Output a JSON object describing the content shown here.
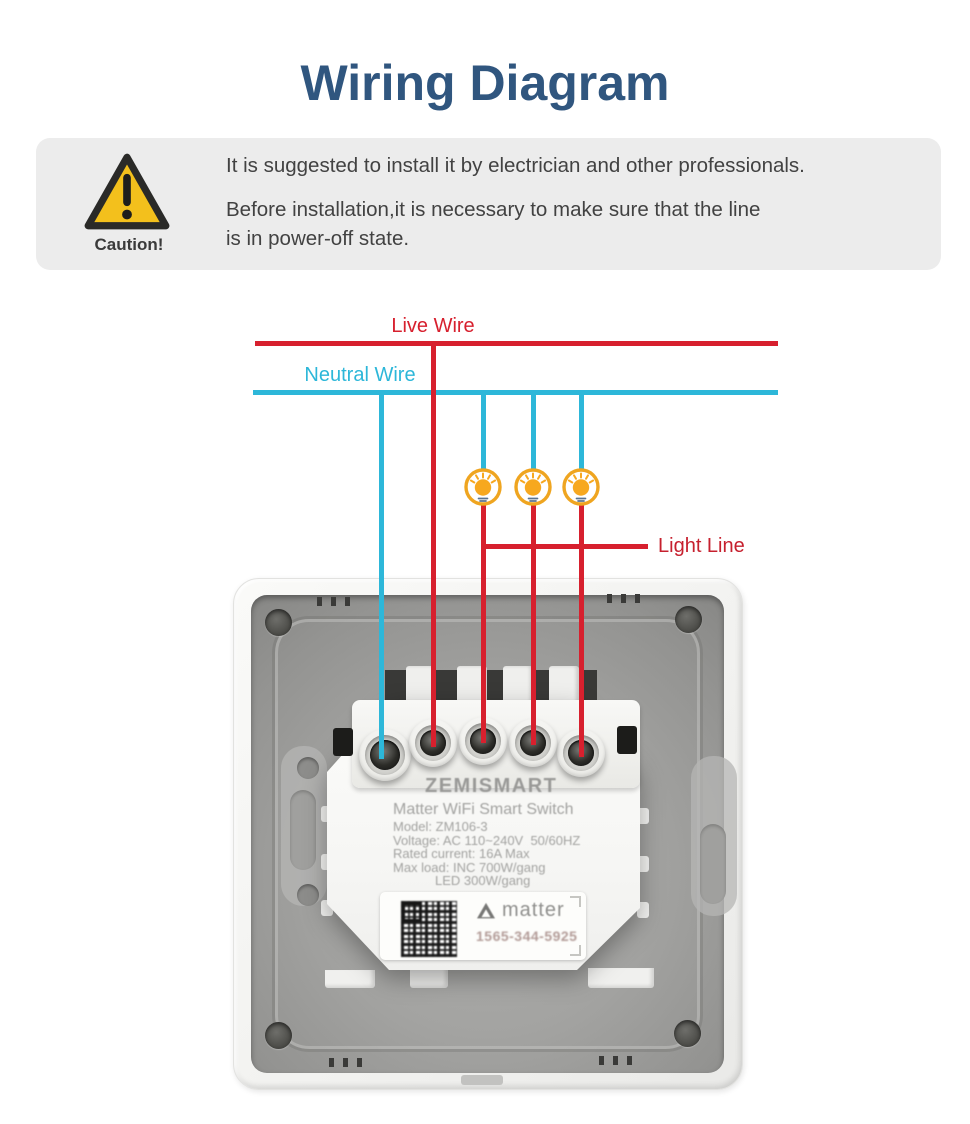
{
  "page": {
    "title": "Wiring Diagram"
  },
  "colors": {
    "title": "#30567f",
    "live_wire": "#d7202e",
    "neutral_wire": "#2db7d9",
    "light_line": "#c6202e",
    "bulb_ring": "#efa520",
    "caution_bg": "#ececec"
  },
  "caution": {
    "icon": "warning-triangle-icon",
    "label": "Caution!",
    "line1": "It is suggested to install it by electrician and other professionals.",
    "line2": "Before installation,it is necessary to make sure that the line",
    "line3": "is in power-off state."
  },
  "wires": {
    "live_label": "Live Wire",
    "neutral_label": "Neutral Wire",
    "light_label": "Light Line",
    "bulb_count": 3
  },
  "device": {
    "brand": "ZEMISMART",
    "product": "Matter WiFi Smart Switch",
    "model": "Model: ZM106-3",
    "voltage": "Voltage: AC 110~240V  50/60HZ",
    "rated_current": "Rated current: 16A Max",
    "max_load_line1": "Max load: INC 700W/gang",
    "max_load_line2": "LED 300W/gang",
    "sticker": {
      "logo": "matter",
      "code": "1565-344-5925"
    }
  }
}
